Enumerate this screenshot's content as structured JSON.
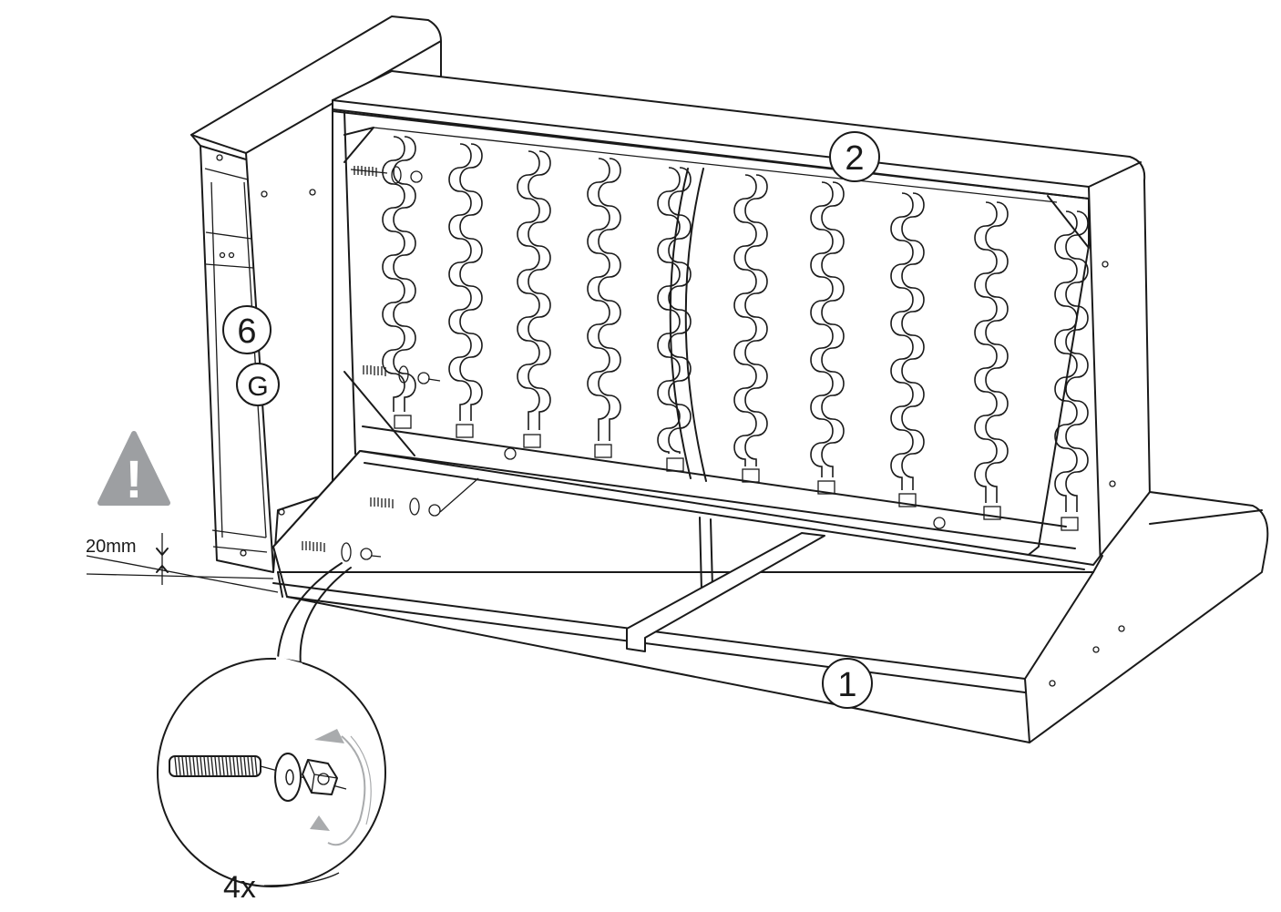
{
  "part_labels": {
    "seat_frame": "1",
    "backrest": "2",
    "armrest": "6",
    "armrest_letter": "G"
  },
  "dimension": {
    "text": "20mm"
  },
  "detail": {
    "quantity": "4x"
  },
  "warning": {
    "symbol": "!"
  },
  "colors": {
    "line": "#1a1a1a",
    "warning_gray": "#9d9fa2",
    "rotate_arrow_gray": "#a9abad"
  }
}
